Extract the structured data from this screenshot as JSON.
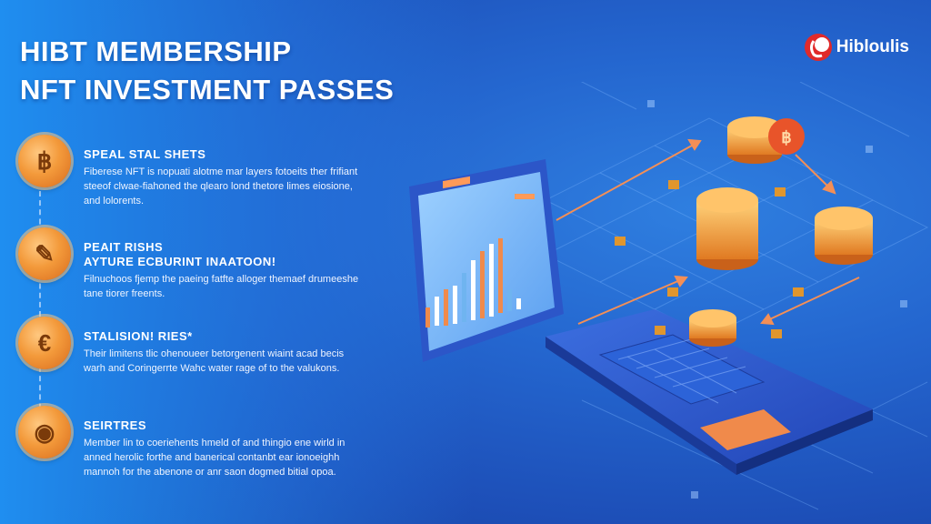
{
  "header": {
    "title_line1": "HIBT MEMBERSHIP",
    "title_line2": "NFT INVESTMENT PASSES",
    "brand_name": "Hibloulis"
  },
  "features": [
    {
      "icon": "baht-coin-icon",
      "symbol": "฿",
      "title": "SPEAL STAL SHETS",
      "body": "Fiberese NFT is nopuati alotme mar layers fotoeits ther frifiant steeof clwae-fiahoned the qlearo lond thetore limes eiosione, and lolorents."
    },
    {
      "icon": "torch-icon",
      "symbol": "✎",
      "title": "PEAIT RISHS",
      "subtitle": "AYTURE ECBURINT INAATOON!",
      "body": "Filnuchoos fjemp the paeing fatfte alloger themaef drumeeshe tane tiorer freents."
    },
    {
      "icon": "euro-coin-icon",
      "symbol": "€",
      "title": "STALISION! RIES*",
      "body": "Their limitens tlic ohenoueer betorgenent wiaint acad becis warh and Coringerrte Wahc water rage of to the valukons."
    },
    {
      "icon": "camera-icon",
      "symbol": "◉",
      "title": "SEIRTRES",
      "body": "Member lin to coeriehents hmeld of and thingio ene wirld in anned herolic forthe and banerical contanbt ear ionoeighh mannoh for the abenone or anr saon dogmed bitial opoa."
    }
  ],
  "colors": {
    "background": "#2466cf",
    "accent": "#f39a3b",
    "title": "#ffffff",
    "chart_orange": "#f08a4b",
    "chart_blue": "#6fb4f0"
  }
}
